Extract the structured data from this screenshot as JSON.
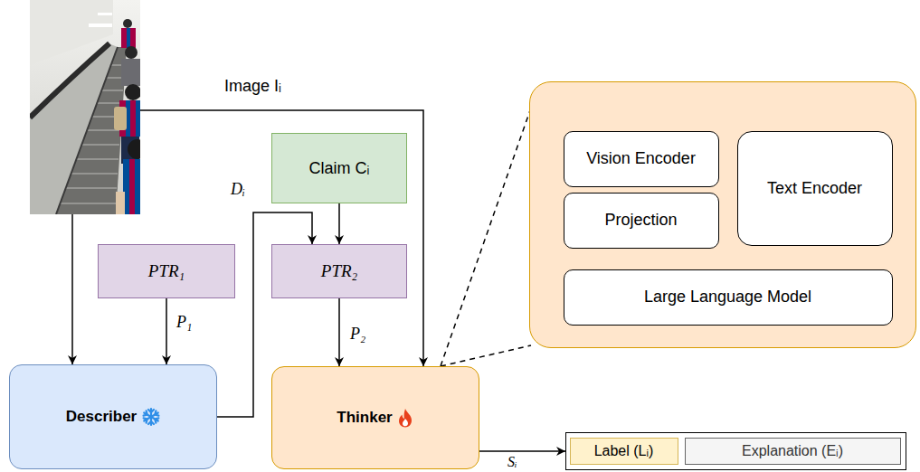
{
  "diagram": {
    "nodes": [
      {
        "text": [
          "Claim Cᵢ"
        ]
      },
      {
        "text": [
          "PTR₁"
        ]
      },
      {
        "text": [
          "PTR₂"
        ]
      },
      {
        "text": []
      },
      {
        "text": [
          "Vision Encoder"
        ],
        "in": 3
      },
      {
        "text": [
          "Text Encoder"
        ],
        "in": 3
      },
      {
        "text": [
          "Projection"
        ],
        "in": 3
      },
      {
        "text": [
          "Large Language Model"
        ],
        "in": 3
      },
      {
        "text": [
          "Describer"
        ]
      },
      {
        "text": [
          "Thinker"
        ]
      },
      {
        "text": []
      },
      {
        "text": [
          "Label (Lᵢ)"
        ],
        "in": 10
      },
      {
        "text": [
          "Explanation (Eᵢ)"
        ],
        "in": 10
      }
    ],
    "edges": [
      {
        "from": 1,
        "to": 8,
        "arrow": "to",
        "label": "P₁"
      },
      {
        "from": 0,
        "to": 2,
        "arrow": "to"
      },
      {
        "from": 8,
        "to": 2,
        "arrow": "to",
        "label": "Dᵢ"
      },
      {
        "from": 2,
        "to": 9,
        "arrow": "to",
        "label": "P₂"
      },
      {
        "from": 9,
        "to": 3,
        "arrow": "none"
      },
      {
        "from": 9,
        "to": 10,
        "arrow": "to",
        "label": "Sᵢ"
      }
    ],
    "labels": [
      "Image Iᵢ"
    ]
  }
}
